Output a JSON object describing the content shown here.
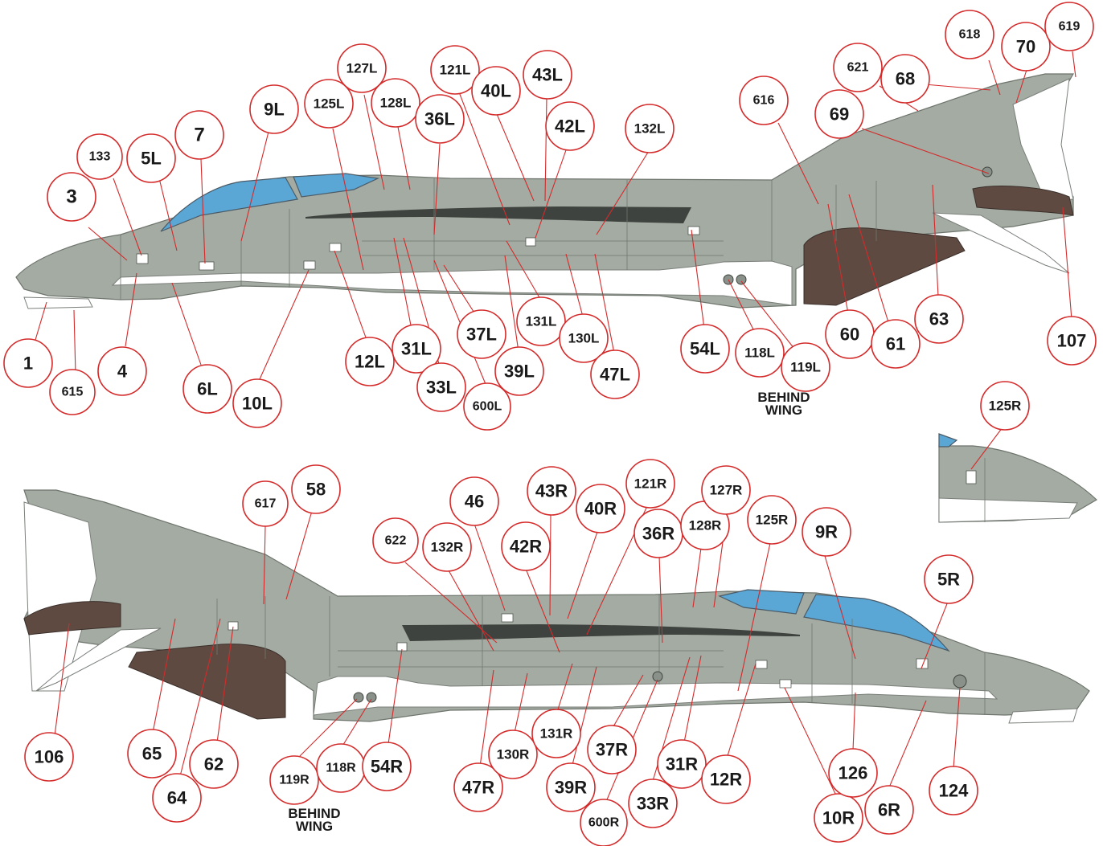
{
  "notes": {
    "behind_wing_top": [
      "BEHIND",
      "WING"
    ],
    "behind_wing_bottom": [
      "BEHIND",
      "WING"
    ]
  },
  "callouts_top": [
    "1",
    "615",
    "3",
    "133",
    "4",
    "5L",
    "7",
    "6L",
    "9L",
    "10L",
    "125L",
    "127L",
    "12L",
    "128L",
    "31L",
    "36L",
    "33L",
    "600L",
    "121L",
    "37L",
    "40L",
    "39L",
    "131L",
    "43L",
    "42L",
    "130L",
    "47L",
    "132L",
    "54L",
    "118L",
    "119L",
    "616",
    "60",
    "61",
    "621",
    "68",
    "69",
    "618",
    "70",
    "63",
    "619",
    "107"
  ],
  "callouts_inset": [
    "125R"
  ],
  "callouts_bottom": [
    "106",
    "65",
    "64",
    "62",
    "617",
    "58",
    "119R",
    "118R",
    "54R",
    "622",
    "132R",
    "47R",
    "130R",
    "46",
    "42R",
    "43R",
    "131R",
    "39R",
    "600R",
    "40R",
    "121R",
    "37R",
    "36R",
    "33R",
    "128R",
    "31R",
    "127R",
    "12R",
    "125R",
    "10R",
    "9R",
    "126",
    "6R",
    "5R",
    "124"
  ]
}
